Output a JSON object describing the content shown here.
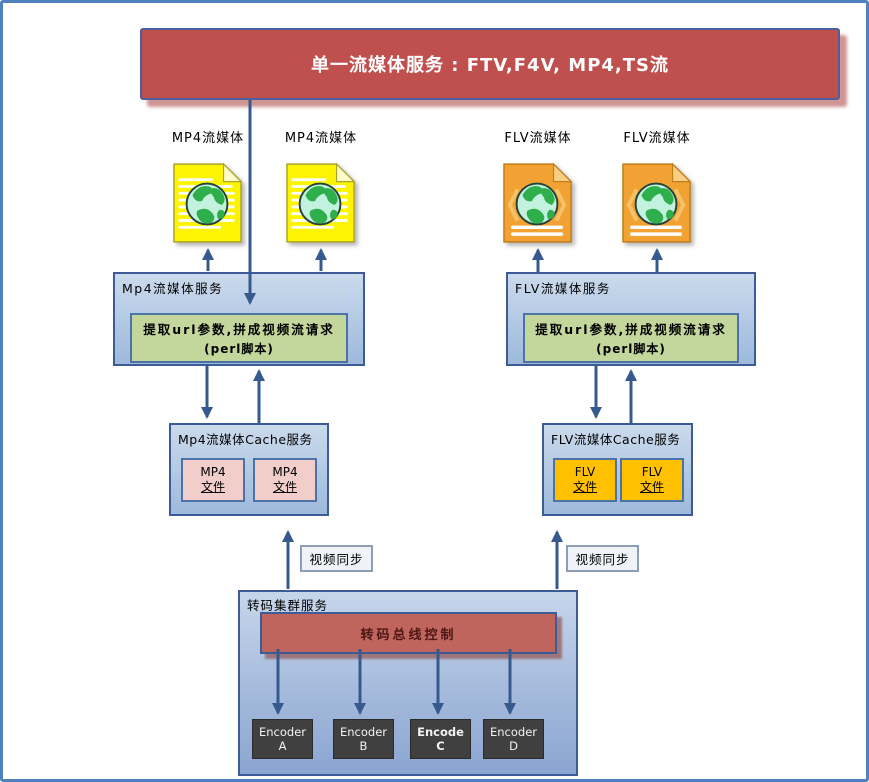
{
  "banner": {
    "title": "单一流媒体服务 : FTV,F4V, MP4,TS流"
  },
  "mp4_docs": [
    {
      "label": "MP4流媒体"
    },
    {
      "label": "MP4流媒体"
    }
  ],
  "flv_docs": [
    {
      "label": "FLV流媒体"
    },
    {
      "label": "FLV流媒体"
    }
  ],
  "mp4_service": {
    "label": "Mp4流媒体服务",
    "script_line1": "提取url参数,拼成视频流请求",
    "script_line2": "(perl脚本)"
  },
  "flv_service": {
    "label": "FLV流媒体服务",
    "script_line1": "提取url参数,拼成视频流请求",
    "script_line2": "(perl脚本)"
  },
  "mp4_cache": {
    "label": "Mp4流媒体Cache服务",
    "files": [
      {
        "line1": "MP4",
        "line2": "文件"
      },
      {
        "line1": "MP4",
        "line2": "文件"
      }
    ]
  },
  "flv_cache": {
    "label": "FLV流媒体Cache服务",
    "files": [
      {
        "line1": "FLV",
        "line2": "文件"
      },
      {
        "line1": "FLV",
        "line2": "文件"
      }
    ]
  },
  "sync": {
    "left": "视频同步",
    "right": "视频同步"
  },
  "transcode": {
    "label": "转码集群服务",
    "bus": "转码总线控制",
    "encoders": [
      {
        "line1": "Encoder",
        "line2": "A"
      },
      {
        "line1": "Encoder",
        "line2": "B"
      },
      {
        "line1": "Encode",
        "line2": "C"
      },
      {
        "line1": "Encoder",
        "line2": "D"
      }
    ]
  },
  "colors": {
    "banner_red": "#C0504D",
    "bus_red": "#C0645E",
    "box_border_blue": "#3D5C97",
    "box_fill_blue": "#AFC6E2",
    "script_green": "#C3D69B",
    "file_pink": "#F2CECB",
    "file_orange": "#FFC000",
    "doc_yellow": "#FCF402",
    "doc_orange": "#F2A233",
    "encoder_gray": "#404040",
    "arrow_blue": "#36598E",
    "page_border_blue": "#4F81BD"
  }
}
